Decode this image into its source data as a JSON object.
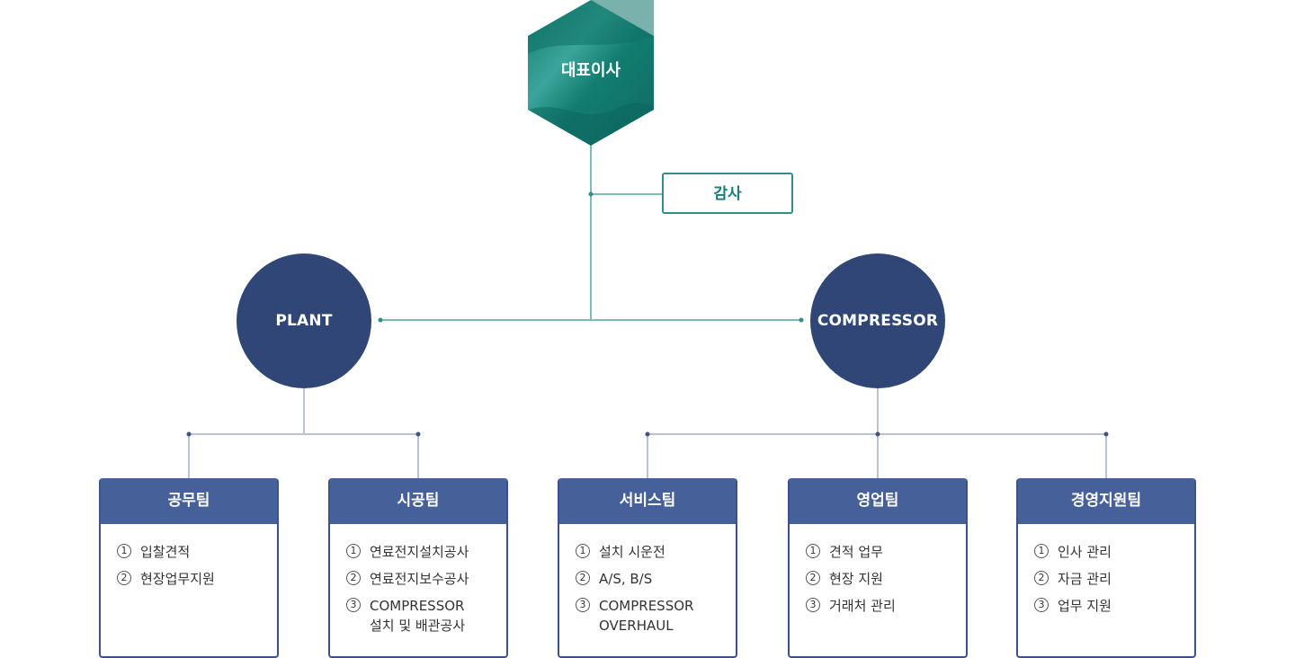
{
  "ceo": {
    "label": "대표이사"
  },
  "audit": {
    "label": "감사"
  },
  "divisions": [
    {
      "label": "PLANT"
    },
    {
      "label": "COMPRESSOR"
    }
  ],
  "teams": [
    {
      "title": "공무팀",
      "items": [
        {
          "num": "1",
          "text": "입찰견적"
        },
        {
          "num": "2",
          "text": "현장업무지원"
        }
      ]
    },
    {
      "title": "시공팀",
      "items": [
        {
          "num": "1",
          "text": "연료전지설치공사"
        },
        {
          "num": "2",
          "text": "연료전지보수공사"
        },
        {
          "num": "3",
          "text": "COMPRESSOR\n설치 및 배관공사"
        }
      ]
    },
    {
      "title": "서비스팀",
      "items": [
        {
          "num": "1",
          "text": "설치 시운전"
        },
        {
          "num": "2",
          "text": "A/S, B/S"
        },
        {
          "num": "3",
          "text": "COMPRESSOR\nOVERHAUL"
        }
      ]
    },
    {
      "title": "영업팀",
      "items": [
        {
          "num": "1",
          "text": "견적 업무"
        },
        {
          "num": "2",
          "text": "현장 지원"
        },
        {
          "num": "3",
          "text": "거래처 관리"
        }
      ]
    },
    {
      "title": "경영지원팀",
      "items": [
        {
          "num": "1",
          "text": "인사 관리"
        },
        {
          "num": "2",
          "text": "자금 관리"
        },
        {
          "num": "3",
          "text": "업무 지원"
        }
      ]
    }
  ],
  "colors": {
    "teal": "#127a70",
    "navy": "#2f4677",
    "team_header": "#46609a",
    "line": "#b9c3d6"
  }
}
